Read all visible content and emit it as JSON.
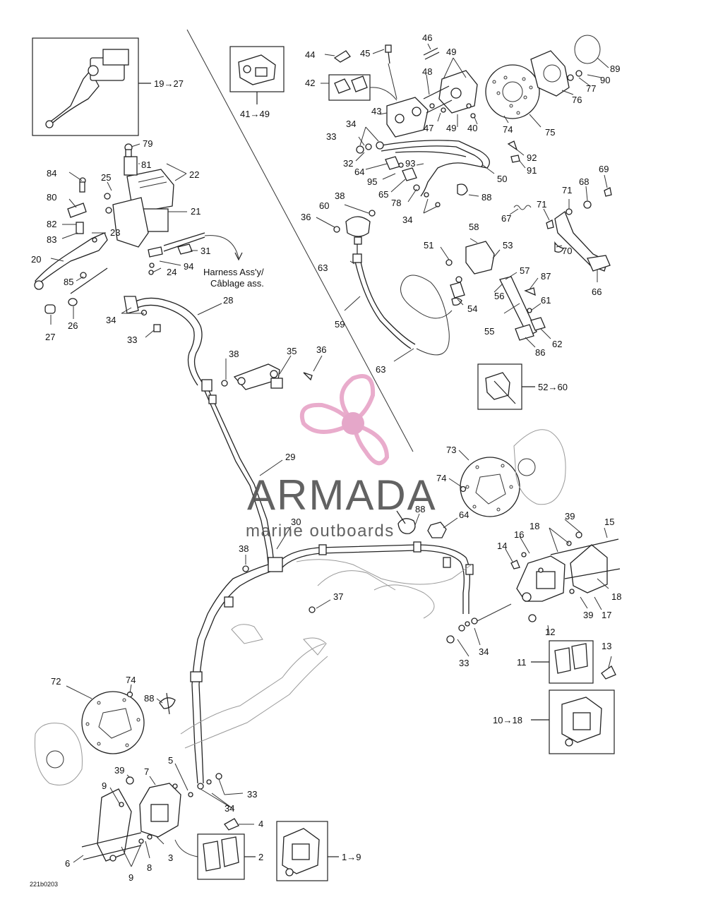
{
  "labels": {
    "n19_27": "19→27",
    "n41_49": "41→49",
    "n52_60": "52→60",
    "n10_18": "10→18",
    "n1_9": "1→9",
    "harness_line1": "Harness Ass'y/",
    "harness_line2": "Câblage ass.",
    "n79": "79",
    "n81": "81",
    "n22": "22",
    "n84": "84",
    "n25": "25",
    "n80": "80",
    "n21": "21",
    "n82": "82",
    "n83": "83",
    "n23": "23",
    "n31": "31",
    "n20": "20",
    "n94": "94",
    "n24": "24",
    "n85": "85",
    "n27": "27",
    "n26": "26",
    "n28": "28",
    "n34a": "34",
    "n33a": "33",
    "n38a": "38",
    "n35": "35",
    "n36a": "36",
    "n29": "29",
    "n30": "30",
    "n38b": "38",
    "n37": "37",
    "n44": "44",
    "n45": "45",
    "n46": "46",
    "n49a": "49",
    "n89": "89",
    "n42": "42",
    "n48": "48",
    "n90": "90",
    "n77": "77",
    "n76": "76",
    "n43": "43",
    "n47": "47",
    "n49b": "49",
    "n40": "40",
    "n74a": "74",
    "n75": "75",
    "n33b": "33",
    "n34b": "34",
    "n92": "92",
    "n32": "32",
    "n64a": "64",
    "n93": "93",
    "n91": "91",
    "n95": "95",
    "n65": "65",
    "n50": "50",
    "n38c": "38",
    "n78": "78",
    "n88a": "88",
    "n69": "69",
    "n60": "60",
    "n71a": "71",
    "n68": "68",
    "n36b": "36",
    "n34c": "34",
    "n67": "67",
    "n71b": "71",
    "n58": "58",
    "n63a": "63",
    "n51": "51",
    "n53": "53",
    "n70": "70",
    "n57": "57",
    "n87": "87",
    "n56": "56",
    "n54": "54",
    "n61": "61",
    "n66": "66",
    "n59": "59",
    "n55": "55",
    "n62": "62",
    "n86": "86",
    "n63b": "63",
    "n73": "73",
    "n74b": "74",
    "n88b": "88",
    "n64b": "64",
    "n39a": "39",
    "n18a": "18",
    "n15": "15",
    "n16": "16",
    "n14": "14",
    "n18b": "18",
    "n39b": "39",
    "n17": "17",
    "n12": "12",
    "n33c": "33",
    "n34d": "34",
    "n13": "13",
    "n11": "11",
    "n72": "72",
    "n74c": "74",
    "n88c": "88",
    "n5": "5",
    "n39c": "39",
    "n7": "7",
    "n9a": "9",
    "n33d": "33",
    "n34e": "34",
    "n4": "4",
    "n2": "2",
    "n6": "6",
    "n3": "3",
    "n8": "8",
    "n9b": "9"
  },
  "watermark": {
    "brand": "ARMADA",
    "tagline": "marine outboards",
    "colors": {
      "pink": "#e8a5c8",
      "pink_dot": "#e3a0c5",
      "text": "#555555"
    }
  },
  "figure_code": "221b0203"
}
